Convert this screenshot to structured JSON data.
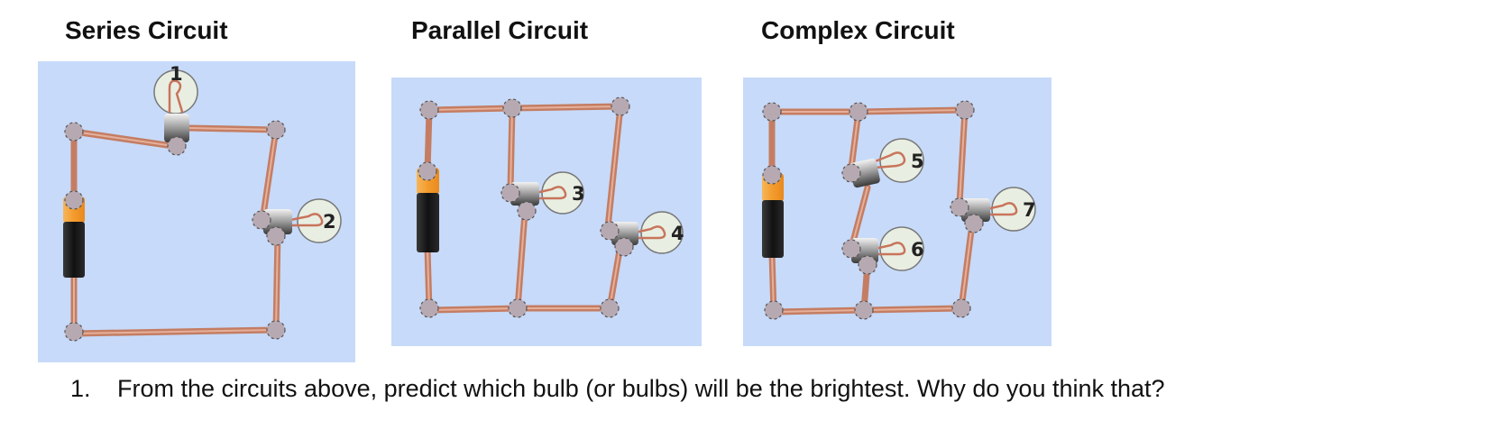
{
  "titles": {
    "series": "Series Circuit",
    "parallel": "Parallel Circuit",
    "complex": "Complex Circuit"
  },
  "bulb_labels": [
    "1",
    "2",
    "3",
    "4",
    "5",
    "6",
    "7"
  ],
  "question": {
    "number": "1.",
    "text": "From the circuits above, predict which bulb (or bulbs) will be the brightest. Why do you think that?"
  },
  "colors": {
    "panel_background": "#c7daf9",
    "wire": "#c47d63",
    "battery_positive": "#f3a23c",
    "battery_body": "#1c1c1c"
  }
}
